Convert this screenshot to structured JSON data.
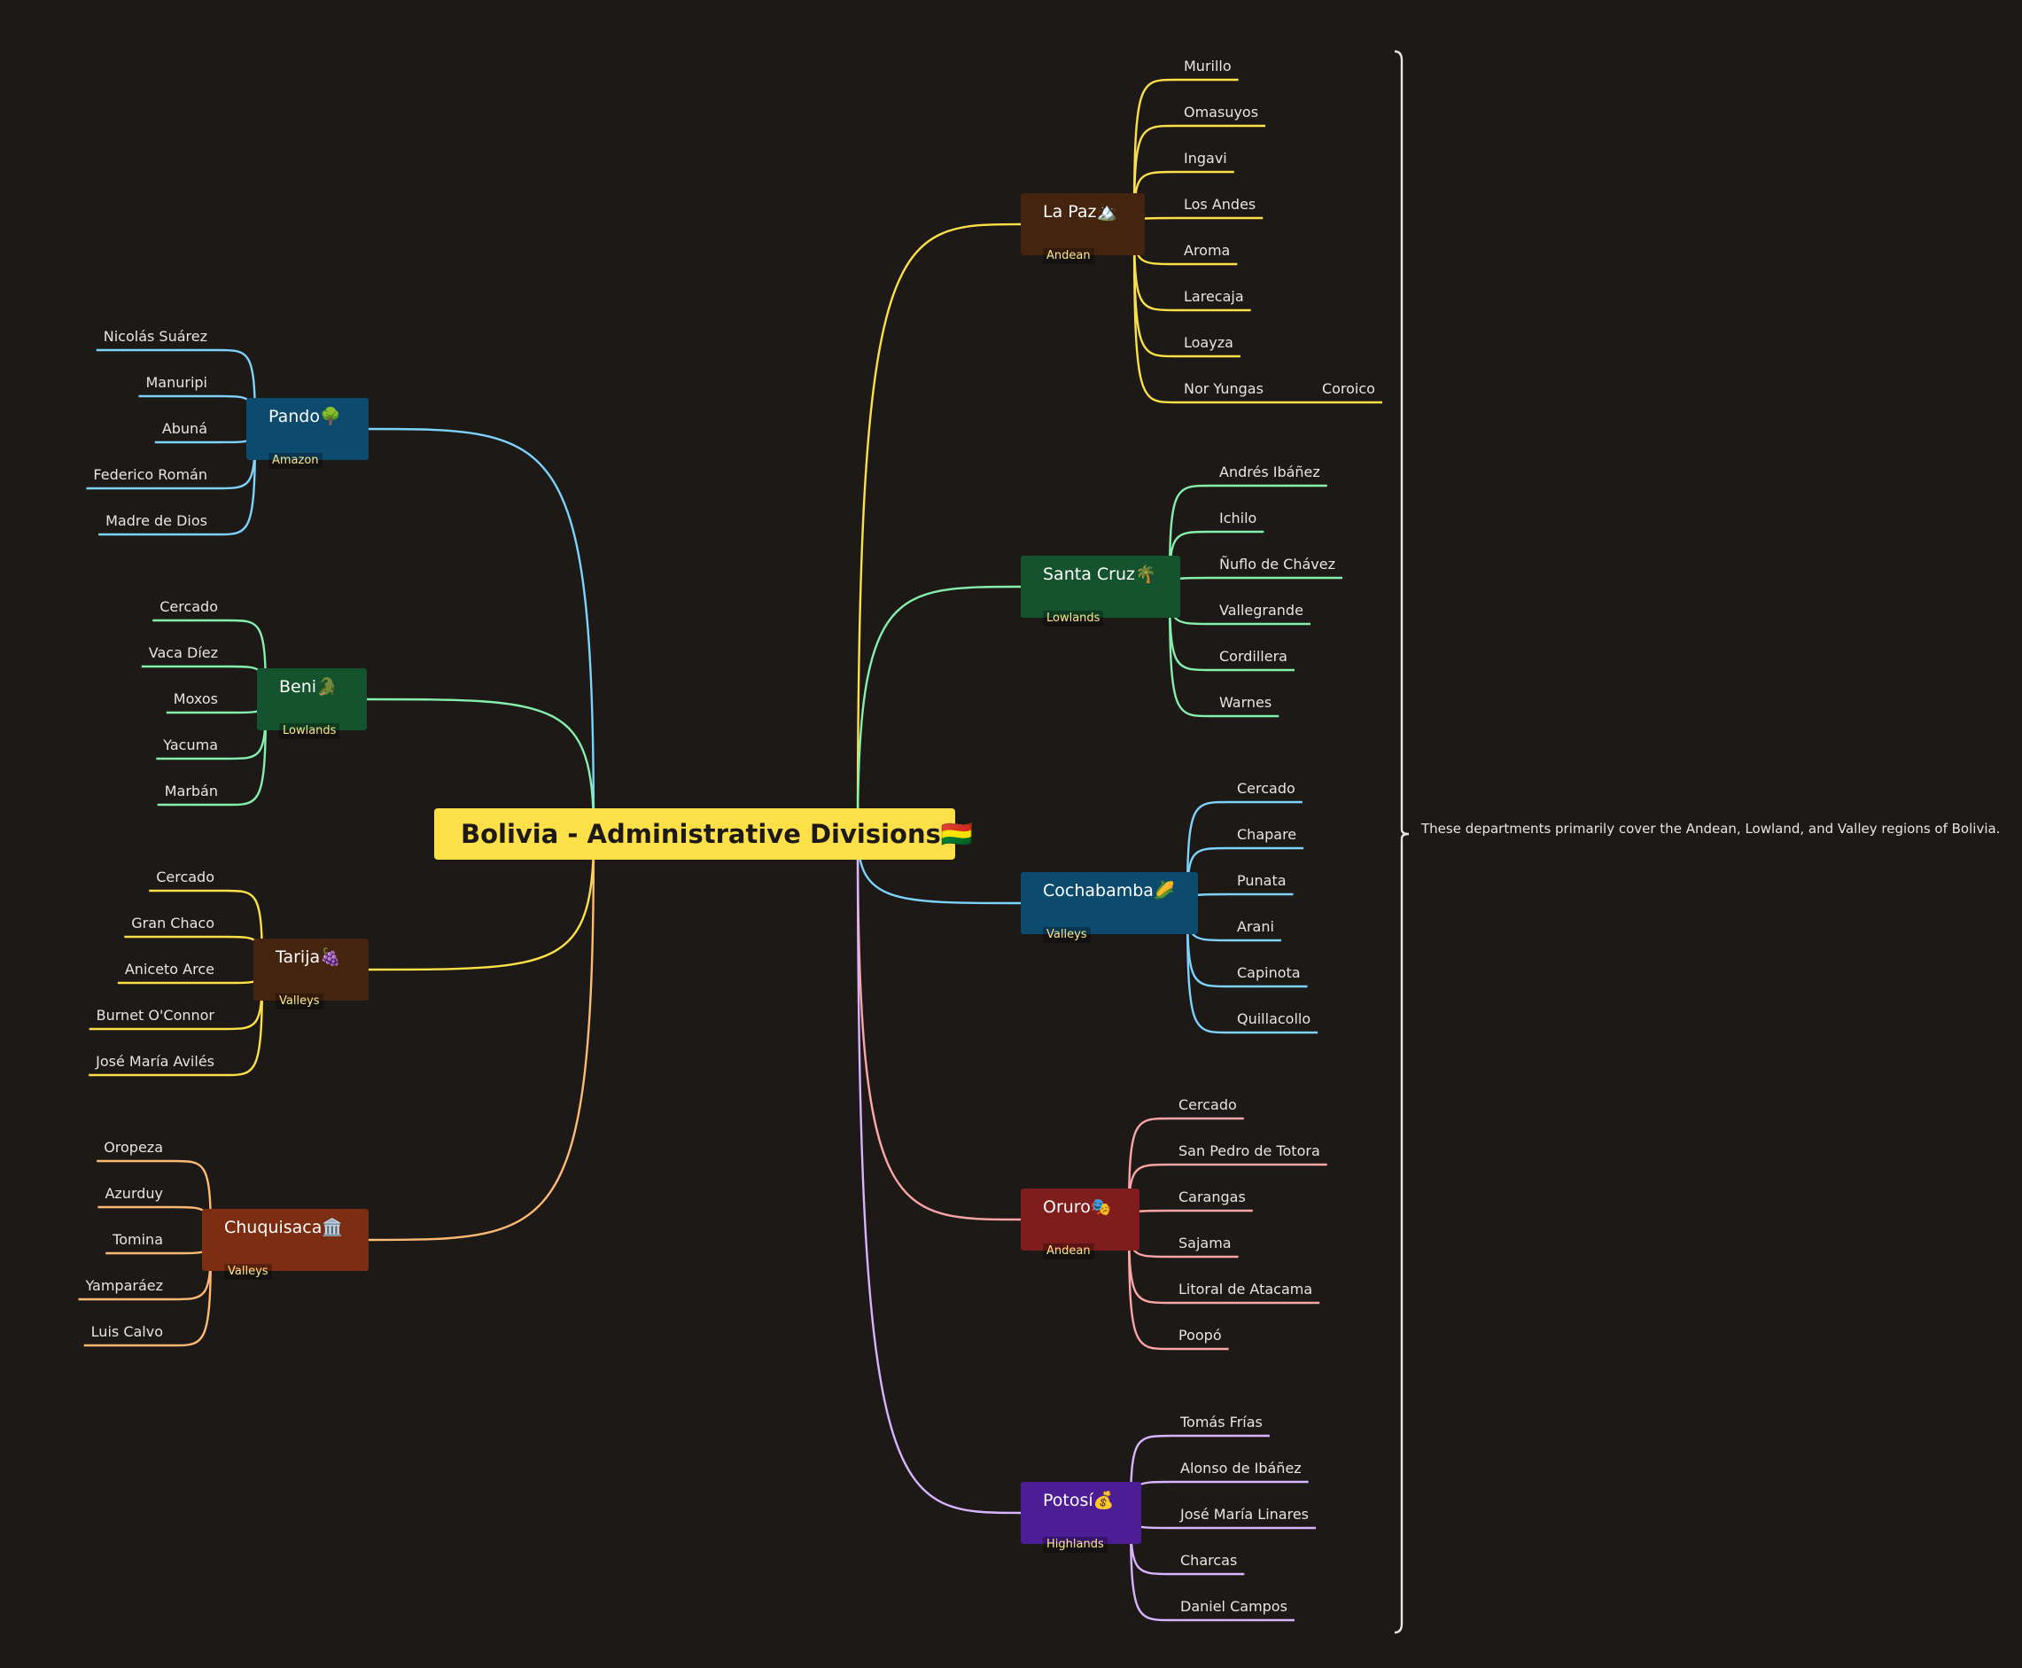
{
  "root": {
    "title": "Bolivia - Administrative Divisions",
    "emoji": "🇧🇴",
    "color": "#fde047"
  },
  "note": "These departments primarily cover the Andean, Lowland, and Valley regions of Bolivia.",
  "departments": [
    {
      "id": "la-paz",
      "name": "La Paz",
      "emoji": "🏔️",
      "tag": "Andean",
      "side": "right",
      "color": "#fde047",
      "box": "#44240f",
      "children": [
        {
          "name": "Murillo"
        },
        {
          "name": "Omasuyos"
        },
        {
          "name": "Ingavi"
        },
        {
          "name": "Los Andes"
        },
        {
          "name": "Aroma"
        },
        {
          "name": "Larecaja"
        },
        {
          "name": "Loayza"
        },
        {
          "name": "Nor Yungas",
          "children": [
            "Coroico"
          ]
        }
      ]
    },
    {
      "id": "santa-cruz",
      "name": "Santa Cruz",
      "emoji": "🌴",
      "tag": "Lowlands",
      "side": "right",
      "color": "#86efac",
      "box": "#14532d",
      "children": [
        {
          "name": "Andrés Ibáñez"
        },
        {
          "name": "Ichilo"
        },
        {
          "name": "Ñuflo de Chávez"
        },
        {
          "name": "Vallegrande"
        },
        {
          "name": "Cordillera"
        },
        {
          "name": "Warnes"
        }
      ]
    },
    {
      "id": "cochabamba",
      "name": "Cochabamba",
      "emoji": "🌽",
      "tag": "Valleys",
      "side": "right",
      "color": "#7dd3fc",
      "box": "#0c4a6e",
      "children": [
        {
          "name": "Cercado"
        },
        {
          "name": "Chapare"
        },
        {
          "name": "Punata"
        },
        {
          "name": "Arani"
        },
        {
          "name": "Capinota"
        },
        {
          "name": "Quillacollo"
        }
      ]
    },
    {
      "id": "oruro",
      "name": "Oruro",
      "emoji": "🎭",
      "tag": "Andean",
      "side": "right",
      "color": "#fca5a5",
      "box": "#7f1d1d",
      "children": [
        {
          "name": "Cercado"
        },
        {
          "name": "San Pedro de Totora"
        },
        {
          "name": "Carangas"
        },
        {
          "name": "Sajama"
        },
        {
          "name": "Litoral de Atacama"
        },
        {
          "name": "Poopó"
        }
      ]
    },
    {
      "id": "potosi",
      "name": "Potosí",
      "emoji": "💰",
      "tag": "Highlands",
      "side": "right",
      "color": "#d8b4fe",
      "box": "#4c1d95",
      "children": [
        {
          "name": "Tomás Frías"
        },
        {
          "name": "Alonso de Ibáñez"
        },
        {
          "name": "José María Linares"
        },
        {
          "name": "Charcas"
        },
        {
          "name": "Daniel Campos"
        }
      ]
    },
    {
      "id": "pando",
      "name": "Pando",
      "emoji": "🌳",
      "tag": "Amazon",
      "side": "left",
      "color": "#7dd3fc",
      "box": "#0c4a6e",
      "children": [
        {
          "name": "Nicolás Suárez"
        },
        {
          "name": "Manuripi"
        },
        {
          "name": "Abuná"
        },
        {
          "name": "Federico Román"
        },
        {
          "name": "Madre de Dios"
        }
      ]
    },
    {
      "id": "beni",
      "name": "Beni",
      "emoji": "🐊",
      "tag": "Lowlands",
      "side": "left",
      "color": "#86efac",
      "box": "#14532d",
      "children": [
        {
          "name": "Cercado"
        },
        {
          "name": "Vaca Díez"
        },
        {
          "name": "Moxos"
        },
        {
          "name": "Yacuma"
        },
        {
          "name": "Marbán"
        }
      ]
    },
    {
      "id": "tarija",
      "name": "Tarija",
      "emoji": "🍇",
      "tag": "Valleys",
      "side": "left",
      "color": "#fde047",
      "box": "#44240f",
      "children": [
        {
          "name": "Cercado"
        },
        {
          "name": "Gran Chaco"
        },
        {
          "name": "Aniceto Arce"
        },
        {
          "name": "Burnet O'Connor"
        },
        {
          "name": "José María Avilés"
        }
      ]
    },
    {
      "id": "chuquisaca",
      "name": "Chuquisaca",
      "emoji": "🏛️",
      "tag": "Valleys",
      "side": "left",
      "color": "#fdba74",
      "box": "#7c2d12",
      "children": [
        {
          "name": "Oropeza"
        },
        {
          "name": "Azurduy"
        },
        {
          "name": "Tomina"
        },
        {
          "name": "Yamparáez"
        },
        {
          "name": "Luis Calvo"
        }
      ]
    }
  ]
}
